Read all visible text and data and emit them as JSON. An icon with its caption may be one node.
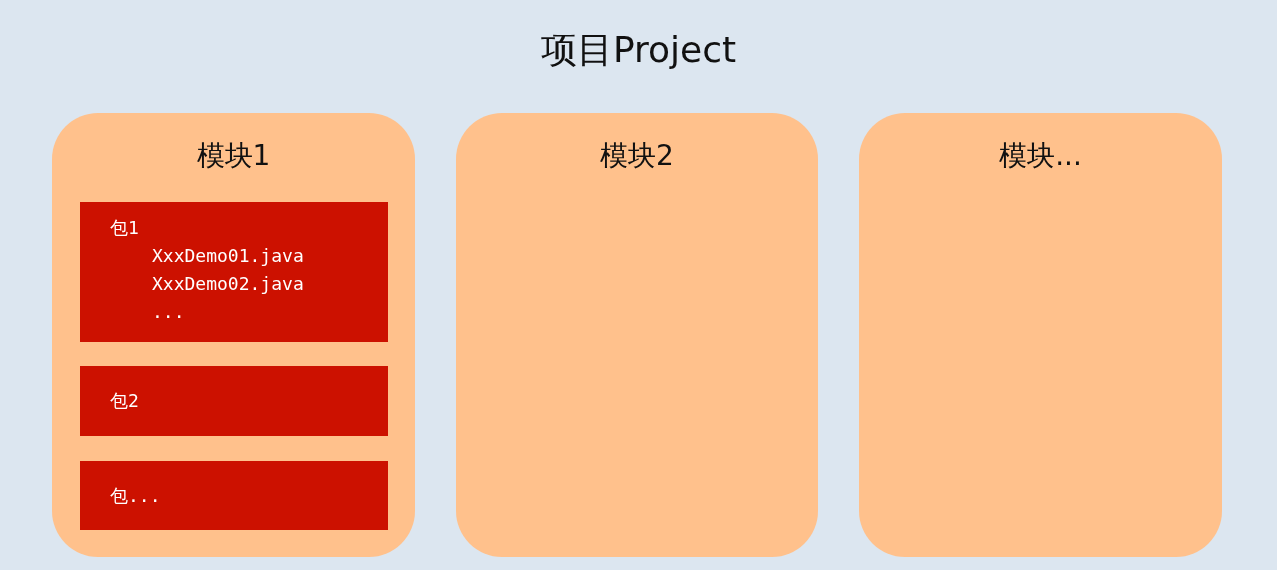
{
  "diagram": {
    "nodes": [
      {
        "text": [
          "项目Project"
        ]
      },
      {
        "text": [
          "模块1"
        ],
        "in": 0
      },
      {
        "text": [
          "包1",
          "XxxDemo01.java",
          "XxxDemo02.java",
          "..."
        ],
        "in": 1
      },
      {
        "text": [
          "包2"
        ],
        "in": 1
      },
      {
        "text": [
          "包..."
        ],
        "in": 1
      },
      {
        "text": [
          "模块2"
        ],
        "in": 0
      },
      {
        "text": [
          "模块..."
        ],
        "in": 0
      }
    ]
  }
}
